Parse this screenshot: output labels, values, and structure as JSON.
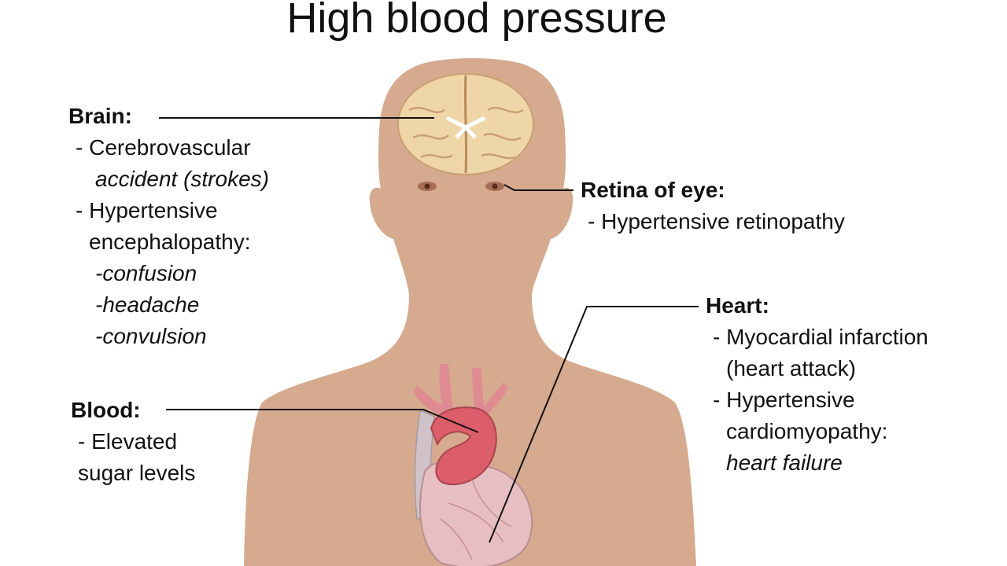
{
  "title": "High blood pressure",
  "callouts": {
    "brain": {
      "heading": "Brain:",
      "lines": [
        "- Cerebrovascular",
        "accident  (strokes)",
        "- Hypertensive",
        "encephalopathy:",
        "-confusion",
        "-headache",
        "-convulsion"
      ]
    },
    "retina": {
      "heading": "Retina of eye:",
      "lines": [
        "- Hypertensive retinopathy"
      ]
    },
    "heart": {
      "heading": "Heart:",
      "lines": [
        "- Myocardial infarction",
        "(heart attack)",
        "- Hypertensive",
        "cardiomyopathy:",
        "heart failure"
      ]
    },
    "blood": {
      "heading": "Blood:",
      "lines": [
        "- Elevated",
        "sugar levels"
      ]
    }
  },
  "colors": {
    "skin": "#d6aa8e",
    "brain": "#efd6a8",
    "heart": "#d97b80",
    "aorta": "#dc5e6a",
    "leader_line": "#111111"
  }
}
